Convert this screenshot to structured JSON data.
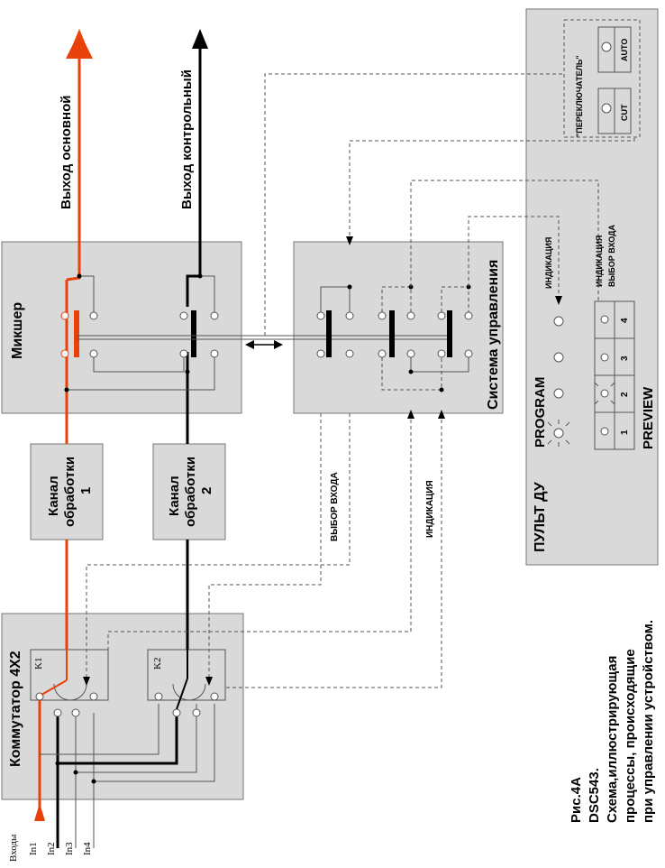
{
  "labels": {
    "inputs_title": "Входы",
    "in1": "In1",
    "in2": "In2",
    "in3": "In3",
    "in4": "In4",
    "switcher": "Коммутатор 4X2",
    "k1": "K1",
    "k2": "K2",
    "channel1_a": "Канал",
    "channel1_b": "обработки",
    "channel1_c": "1",
    "channel2_a": "Канал",
    "channel2_b": "обработки",
    "channel2_c": "2",
    "mixer": "Микшер",
    "out_main": "Выход основной",
    "out_control": "Выход контрольный",
    "control_system": "Система управления",
    "input_select": "ВЫБОР ВХОДА",
    "indication": "ИНДИКАЦИЯ",
    "remote_panel": "ПУЛЬТ ДУ",
    "program": "PROGRAM",
    "preview": "PREVIEW",
    "btn1": "1",
    "btn2": "2",
    "btn3": "3",
    "btn4": "4",
    "panel_indication": "ИНДИКАЦИЯ",
    "panel_ind2": "ИНДИКАЦИЯ",
    "panel_sel": "ВЫБОР ВХОДА",
    "switch_title": "\"ПЕРЕКЛЮЧАТЕЛЬ\"",
    "cut": "CUT",
    "auto": "AUTO",
    "caption1": "Рис.4А",
    "caption2": "DSC543.",
    "caption3": "Схема,иллюстрирующая",
    "caption4": "процессы, происходящие",
    "caption5": "при управлении устройством."
  },
  "colors": {
    "main_signal": "#e8410a",
    "control_signal": "#111111",
    "block_fill": "#d9d9d9",
    "block_stroke": "#777777"
  }
}
